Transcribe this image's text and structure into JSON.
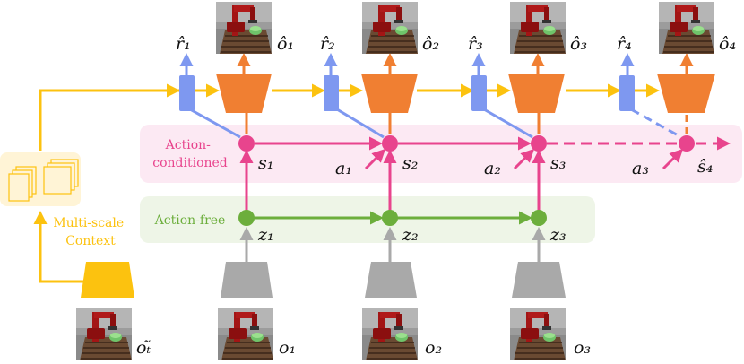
{
  "colors": {
    "gold": "#FCC20F",
    "orange": "#F07F32",
    "blue": "#7E98F0",
    "pink": "#E8448D",
    "green": "#6CAE3C",
    "gray": "#A9A9A9",
    "pink_bg": "#FCE9F3",
    "green_bg": "#EEF5E7",
    "gold_bg": "#FFF4D6"
  },
  "regions": {
    "action_conditioned": "Action-\nconditioned",
    "action_free": "Action-free",
    "context": "Multi-scale\nContext"
  },
  "labels": {
    "reward_preds": [
      "r̂₁",
      "r̂₂",
      "r̂₃",
      "r̂₄"
    ],
    "obs_preds": [
      "ô₁",
      "ô₂",
      "ô₃",
      "ô₄"
    ],
    "states": [
      "s₁",
      "s₂",
      "s₃",
      "ŝ₄"
    ],
    "actions": [
      "a₁",
      "a₂",
      "a₃"
    ],
    "latents": [
      "z₁",
      "z₂",
      "z₃"
    ],
    "obs_inputs": [
      "o₁",
      "o₂",
      "o₃"
    ],
    "context_obs": "oₜ̃"
  },
  "icons": {
    "robot_frame": "robot-arm-scene-icon",
    "context_stack": "stacked-frames-icon"
  }
}
